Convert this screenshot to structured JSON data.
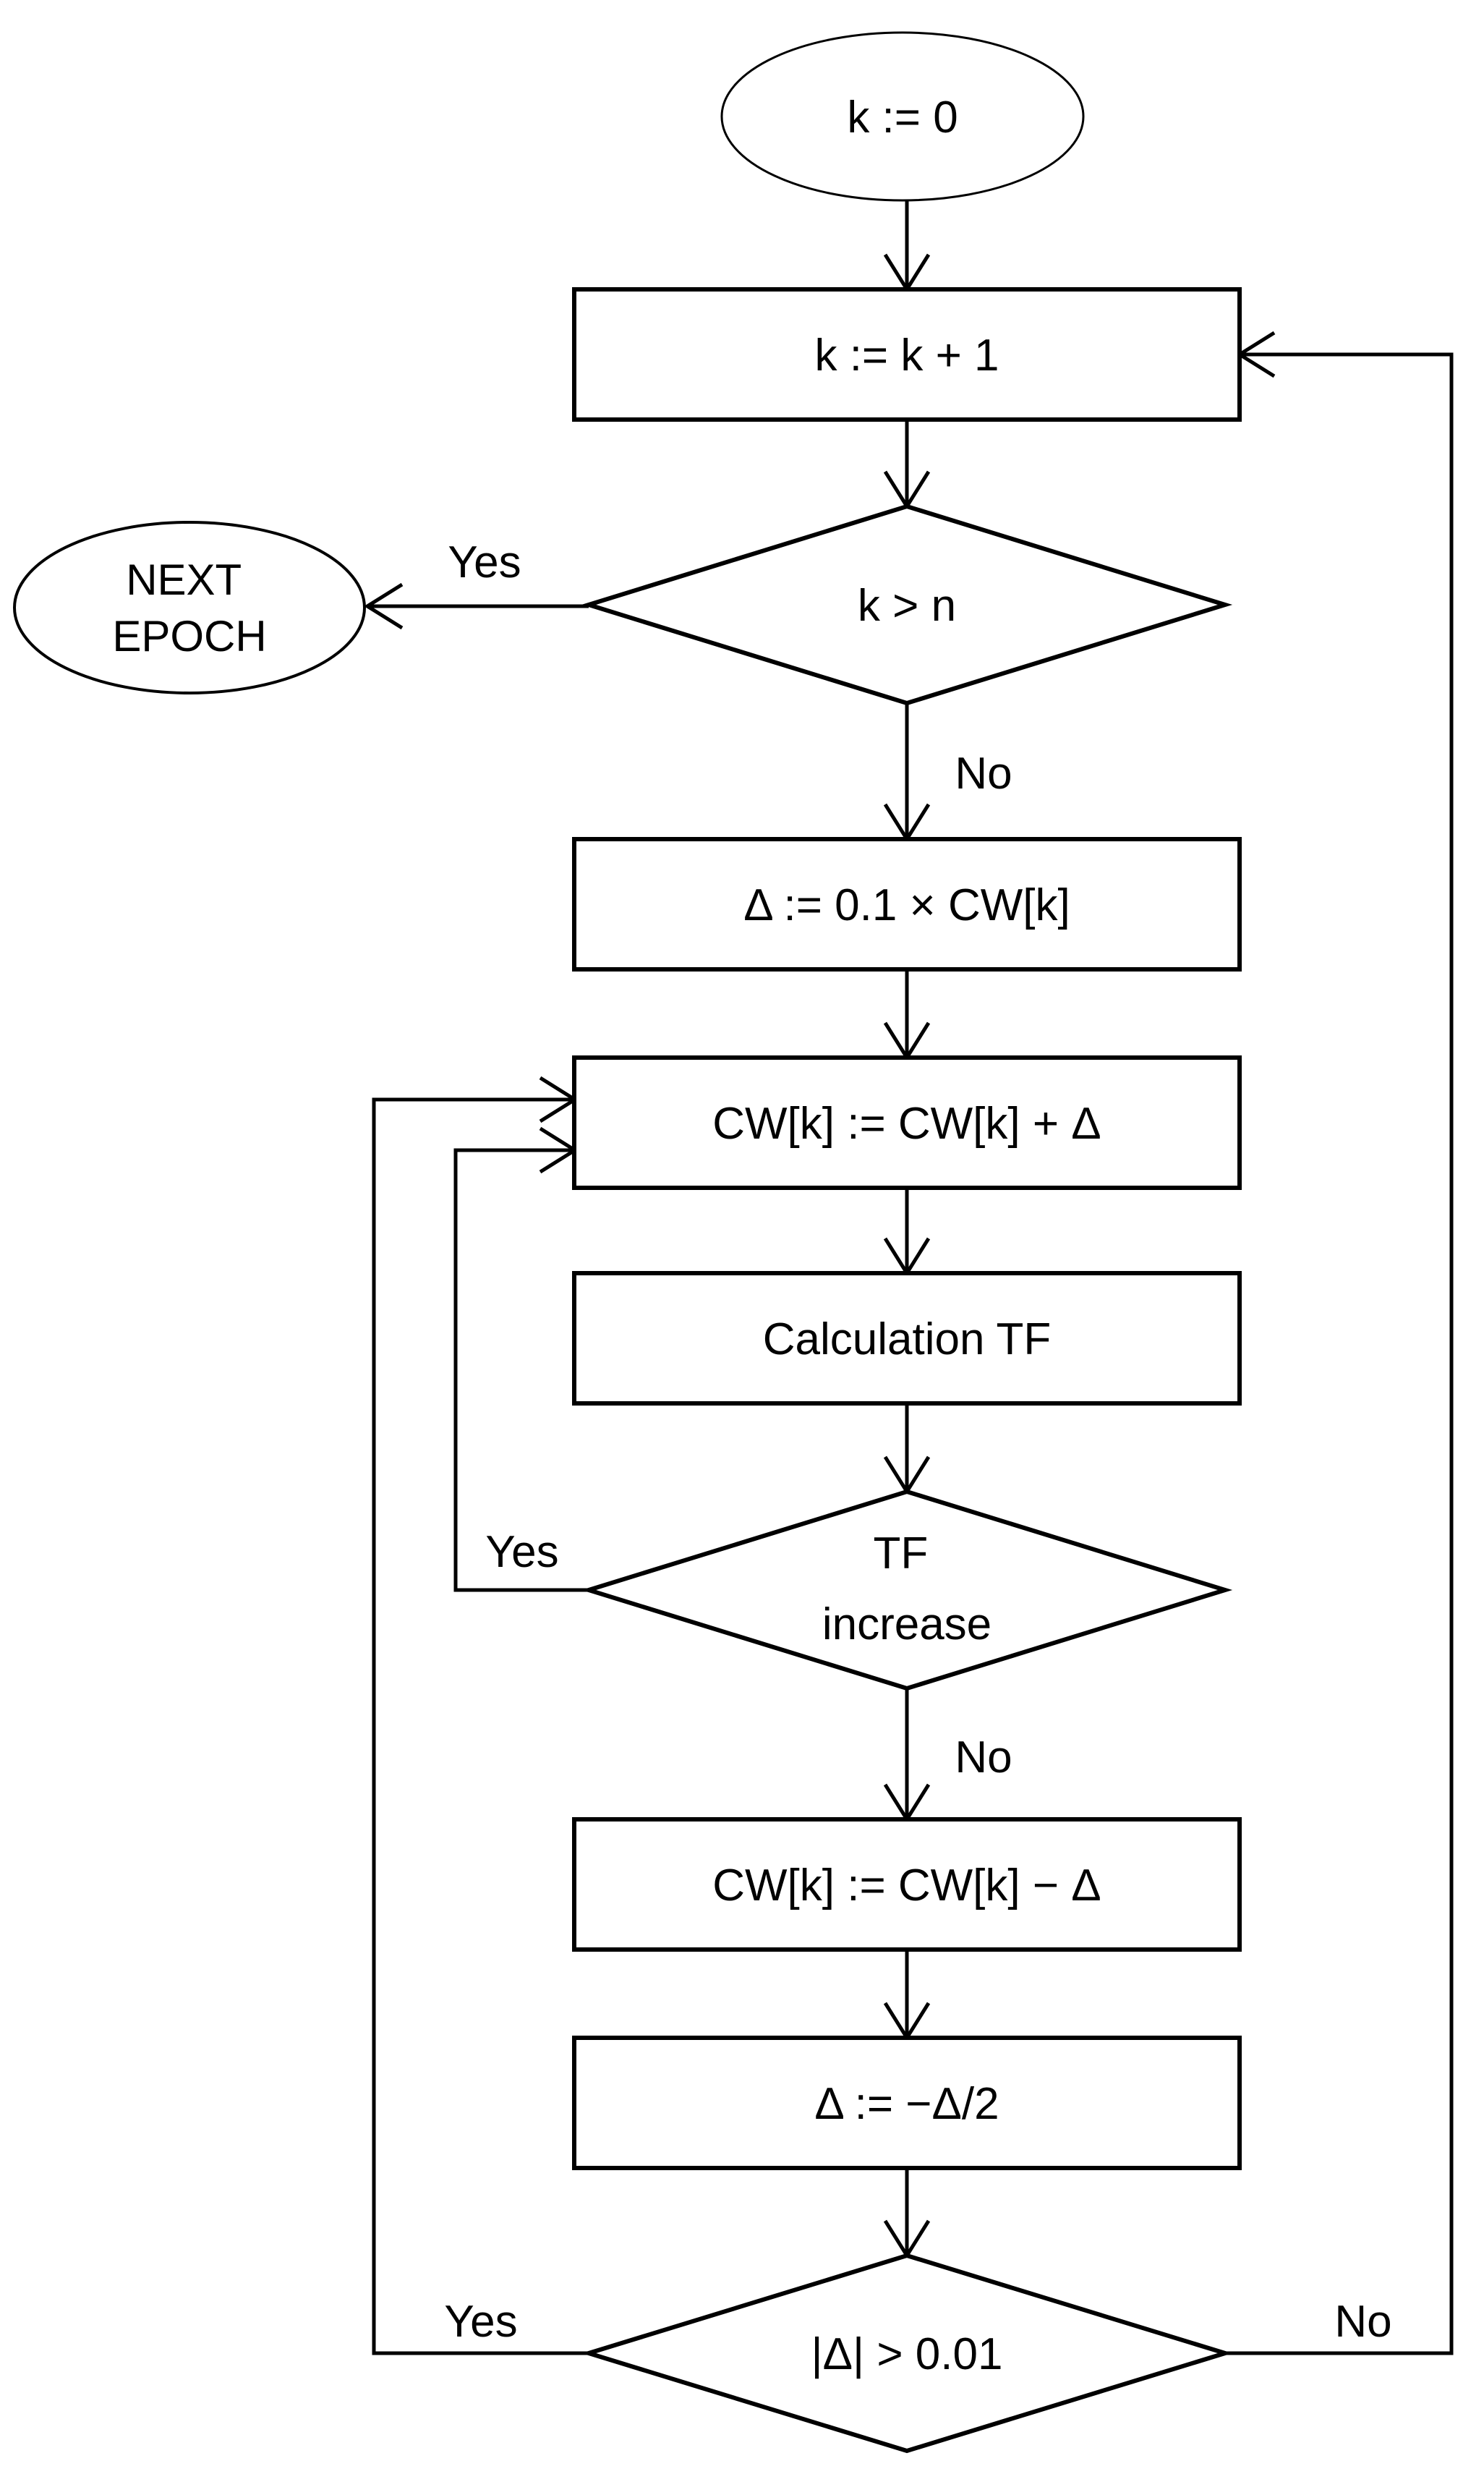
{
  "diagram": {
    "type": "flowchart",
    "colors": {
      "stroke": "#000000",
      "background": "#ffffff",
      "node_fill": "#ffffff",
      "text": "#000000"
    },
    "nodes": {
      "start": {
        "shape": "ellipse",
        "label": "k := 0"
      },
      "increment_k": {
        "shape": "process",
        "label": "k := k + 1"
      },
      "check_epoch": {
        "shape": "decision",
        "label": "k > n"
      },
      "next_epoch": {
        "shape": "ellipse",
        "lines": [
          "NEXT",
          "EPOCH"
        ]
      },
      "init_delta": {
        "shape": "process",
        "label": "Δ := 0.1 × CW[k]"
      },
      "add_delta": {
        "shape": "process",
        "label": "CW[k] := CW[k] + Δ"
      },
      "calc_tf": {
        "shape": "process",
        "label": "Calculation TF"
      },
      "tf_increase": {
        "shape": "decision",
        "lines": [
          "TF",
          "increase"
        ]
      },
      "sub_delta": {
        "shape": "process",
        "label": "CW[k] := CW[k] − Δ"
      },
      "halve_delta": {
        "shape": "process",
        "label": "Δ := −Δ/2"
      },
      "check_delta": {
        "shape": "decision",
        "label": "|Δ| > 0.01"
      }
    },
    "edge_labels": {
      "check_epoch_yes": "Yes",
      "check_epoch_no": "No",
      "tf_increase_yes": "Yes",
      "tf_increase_no": "No",
      "check_delta_yes": "Yes",
      "check_delta_no": "No"
    }
  }
}
